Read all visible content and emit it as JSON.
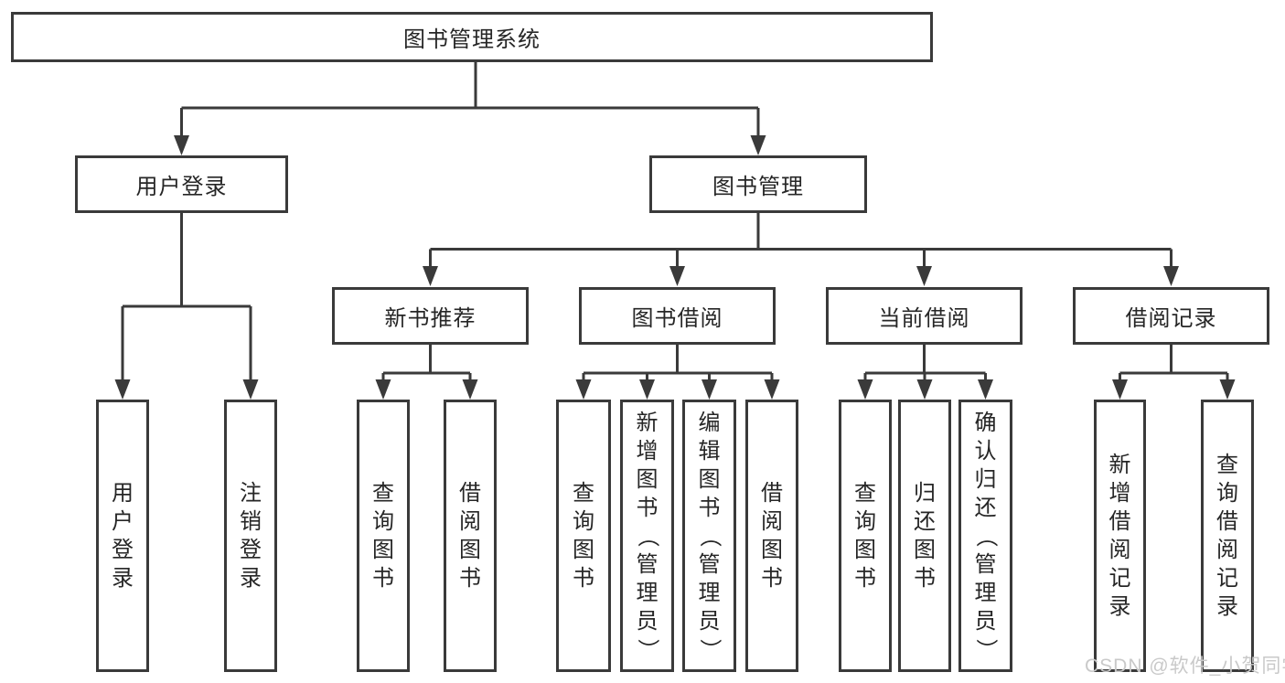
{
  "colors": {
    "line": "#3a3a3a",
    "box_border": "#3a3a3a",
    "text": "#262626",
    "background": "#ffffff",
    "watermark": "#c9c9c9"
  },
  "tree": {
    "root": {
      "label": "图书管理系统"
    },
    "branches": [
      {
        "label": "用户登录",
        "leaves": [
          {
            "label": "用户登录"
          },
          {
            "label": "注销登录"
          }
        ]
      },
      {
        "label": "图书管理",
        "groups": [
          {
            "label": "新书推荐",
            "leaves": [
              {
                "label": "查询图书"
              },
              {
                "label": "借阅图书"
              }
            ]
          },
          {
            "label": "图书借阅",
            "leaves": [
              {
                "label": "查询图书"
              },
              {
                "label": "新增图书（管理员）"
              },
              {
                "label": "编辑图书（管理员）"
              },
              {
                "label": "借阅图书"
              }
            ]
          },
          {
            "label": "当前借阅",
            "leaves": [
              {
                "label": "查询图书"
              },
              {
                "label": "归还图书"
              },
              {
                "label": "确认归还（管理员）"
              }
            ]
          },
          {
            "label": "借阅记录",
            "leaves": [
              {
                "label": "新增借阅记录"
              },
              {
                "label": "查询借阅记录"
              }
            ]
          }
        ]
      }
    ]
  },
  "watermark": {
    "text": "CSDN @软件_小贺同学"
  }
}
